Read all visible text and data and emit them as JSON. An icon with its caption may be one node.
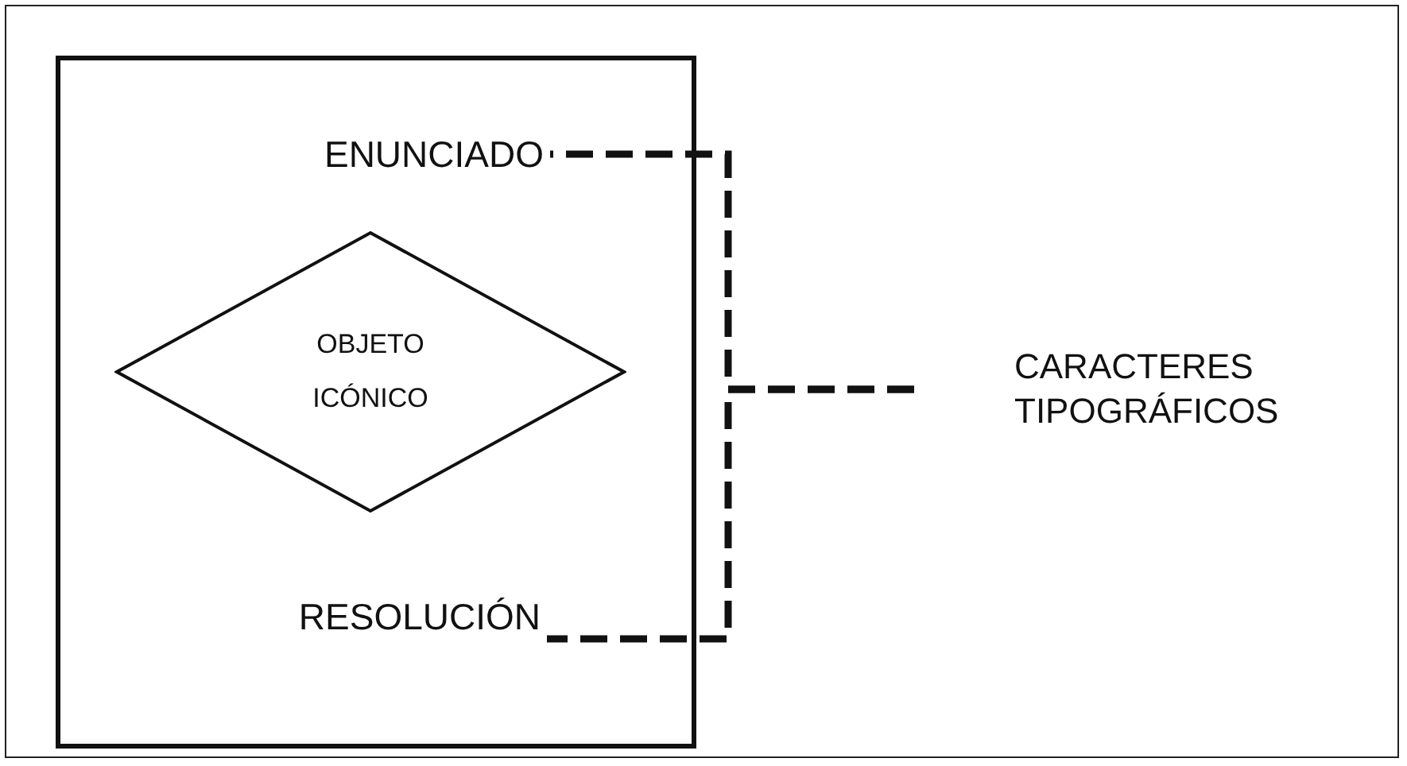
{
  "diagram": {
    "nodes": [
      {
        "text": [],
        "shape": "box"
      },
      {
        "text": [
          "ENUNCIADO"
        ],
        "in": 0
      },
      {
        "text": [
          "OBJETO ICÓNICO"
        ],
        "in": 0
      },
      {
        "text": [
          "RESOLUCIÓN"
        ],
        "in": 0
      },
      {
        "text": [
          "CARACTERES TIPOGRÁFICOS"
        ]
      }
    ],
    "edges": [
      {
        "from": 1,
        "to": 4,
        "arrow": "none",
        "style": "dashed"
      },
      {
        "from": 3,
        "to": 4,
        "arrow": "none",
        "style": "dashed"
      }
    ]
  }
}
